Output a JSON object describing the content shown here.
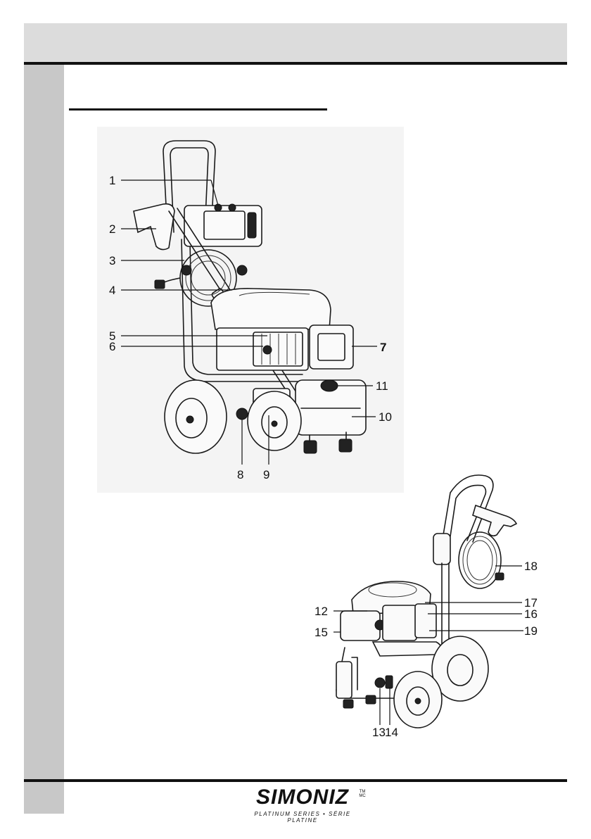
{
  "page": {
    "brand_name": "SIMONIZ",
    "brand_mark": "TM MC",
    "brand_series": "PLATINUM SERIES • SÉRIE PLATINE"
  },
  "figure_front": {
    "callouts": [
      "1",
      "2",
      "3",
      "4",
      "5",
      "6",
      "7",
      "8",
      "9",
      "10",
      "11"
    ]
  },
  "figure_rear": {
    "callouts": [
      "12",
      "13",
      "14",
      "15",
      "16",
      "17",
      "18",
      "19"
    ]
  }
}
